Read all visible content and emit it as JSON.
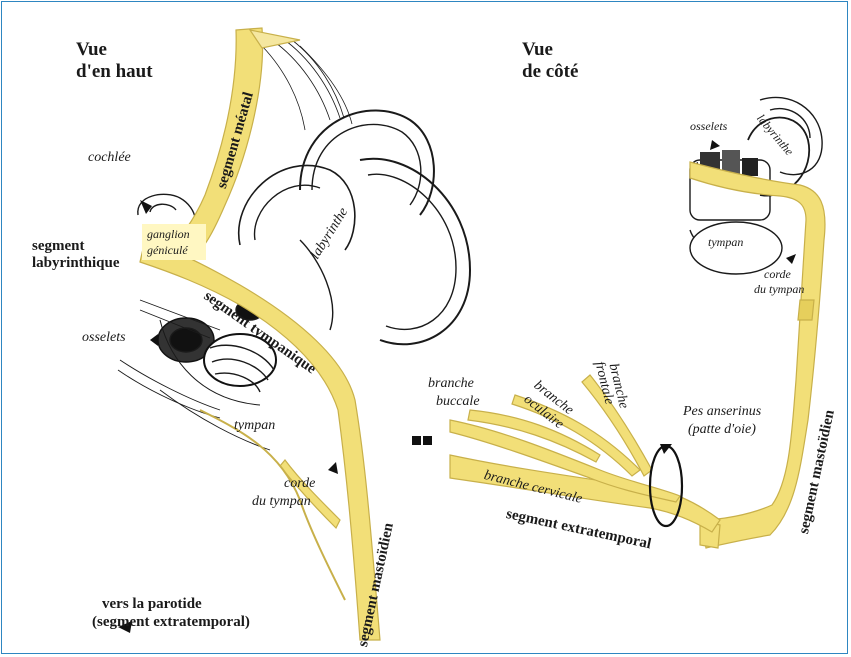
{
  "colors": {
    "nerve": "#f2df78",
    "nerve_edge": "#c8b04a",
    "ink": "#1a1a1a",
    "frame": "#2e86c1",
    "label_bg": "#fff7c2"
  },
  "left": {
    "title_line1": "Vue",
    "title_line2": "d'en haut",
    "segment_meatal": "segment méatal",
    "cochlee": "cochlée",
    "ganglion_line1": "ganglion",
    "ganglion_line2": "géniculé",
    "segment_labyrinthique_line1": "segment",
    "segment_labyrinthique_line2": "labyrinthique",
    "labyrinthe": "labyrinthe",
    "osselets": "osselets",
    "segment_tympanique": "segment tympanique",
    "tympan": "tympan",
    "corde_line1": "corde",
    "corde_line2": "du tympan",
    "segment_mastoidien": "segment mastoïdien",
    "parotide_line1": "vers la parotide",
    "parotide_line2": "(segment extratemporal)"
  },
  "right": {
    "title_line1": "Vue",
    "title_line2": "de côté",
    "osselets": "osselets",
    "labyrinthe": "labyrinthe",
    "tympan": "tympan",
    "corde_line1": "corde",
    "corde_line2": "du tympan",
    "segment_mastoidien": "segment mastoïdien",
    "branche_buccale_line1": "branche",
    "branche_buccale_line2": "buccale",
    "branche_oculaire_line1": "branche",
    "branche_oculaire_line2": "oculaire",
    "branche_frontale_line1": "branche",
    "branche_frontale_line2": "frontale",
    "pes_line1": "Pes anserinus",
    "pes_line2": "(patte d'oie)",
    "branche_cervicale": "branche cervicale",
    "segment_extratemporal": "segment extratemporal"
  }
}
